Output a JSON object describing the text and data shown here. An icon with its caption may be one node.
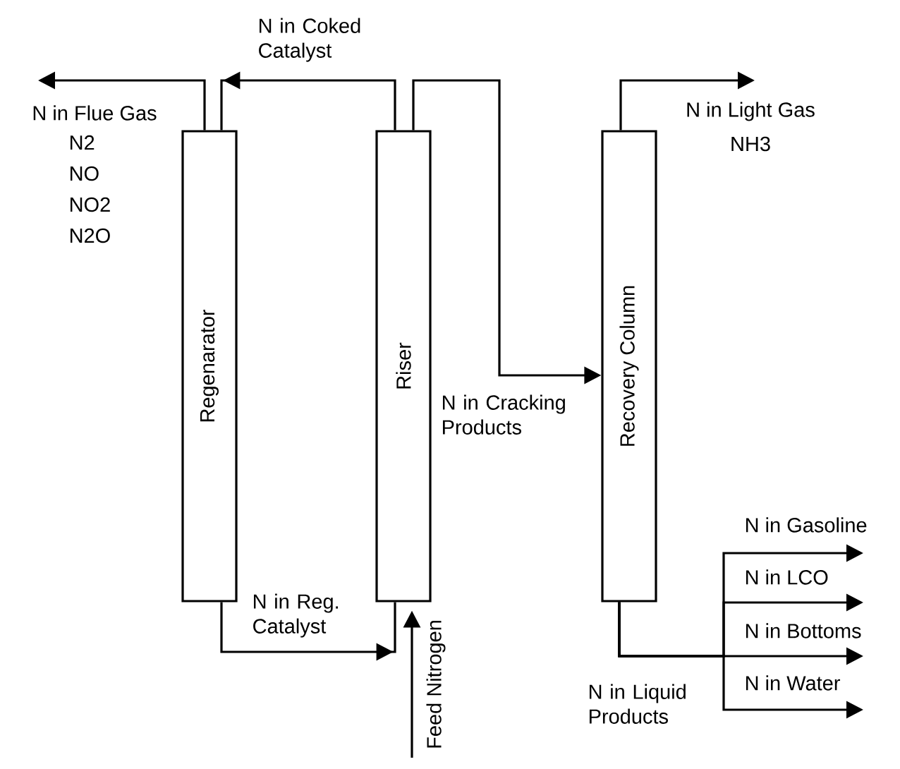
{
  "diagram": {
    "nodes": [
      {
        "text": [
          "Regenarator"
        ]
      },
      {
        "text": [
          "Riser"
        ]
      },
      {
        "text": [
          "Recovery Column"
        ]
      }
    ],
    "edges": [
      {
        "from": 0,
        "to": null,
        "arrow": "to",
        "label": "N in Flue Gas"
      },
      {
        "from": 1,
        "to": 0,
        "arrow": "to",
        "label": "N in Coked Catalyst"
      },
      {
        "from": 1,
        "to": 2,
        "arrow": "to",
        "label": "N in Cracking Products"
      },
      {
        "from": 2,
        "to": null,
        "arrow": "to",
        "label": "N in Light Gas"
      },
      {
        "from": 0,
        "to": 1,
        "arrow": "to",
        "label": "N in Reg. Catalyst"
      },
      {
        "from": null,
        "to": 1,
        "arrow": "to",
        "label": "Feed Nitrogen"
      },
      {
        "from": 2,
        "to": null,
        "arrow": "to",
        "label": "N in Gasoline"
      },
      {
        "from": 2,
        "to": null,
        "arrow": "to",
        "label": "N in LCO"
      },
      {
        "from": 2,
        "to": null,
        "arrow": "to",
        "label": "N in Bottoms"
      },
      {
        "from": 2,
        "to": null,
        "arrow": "to",
        "label": "N in Water"
      }
    ],
    "labels": [
      "N2",
      "NH3",
      "NO",
      "NO2",
      "N2O",
      "N in Liquid Products"
    ]
  }
}
